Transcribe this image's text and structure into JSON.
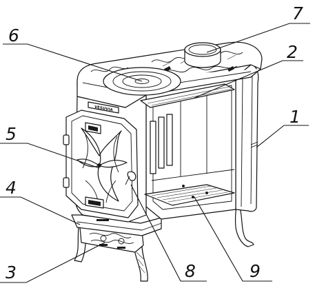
{
  "diagram": {
    "brand_plate": "VESUVIA",
    "callouts": [
      {
        "number": "1",
        "target": "stove-body"
      },
      {
        "number": "2",
        "target": "rear-baffle"
      },
      {
        "number": "3",
        "target": "ash-drawer"
      },
      {
        "number": "4",
        "target": "front-apron"
      },
      {
        "number": "5",
        "target": "firebox-door"
      },
      {
        "number": "6",
        "target": "cooking-ring"
      },
      {
        "number": "7",
        "target": "flue-collar"
      },
      {
        "number": "8",
        "target": "door-handle"
      },
      {
        "number": "9",
        "target": "grate"
      }
    ]
  }
}
